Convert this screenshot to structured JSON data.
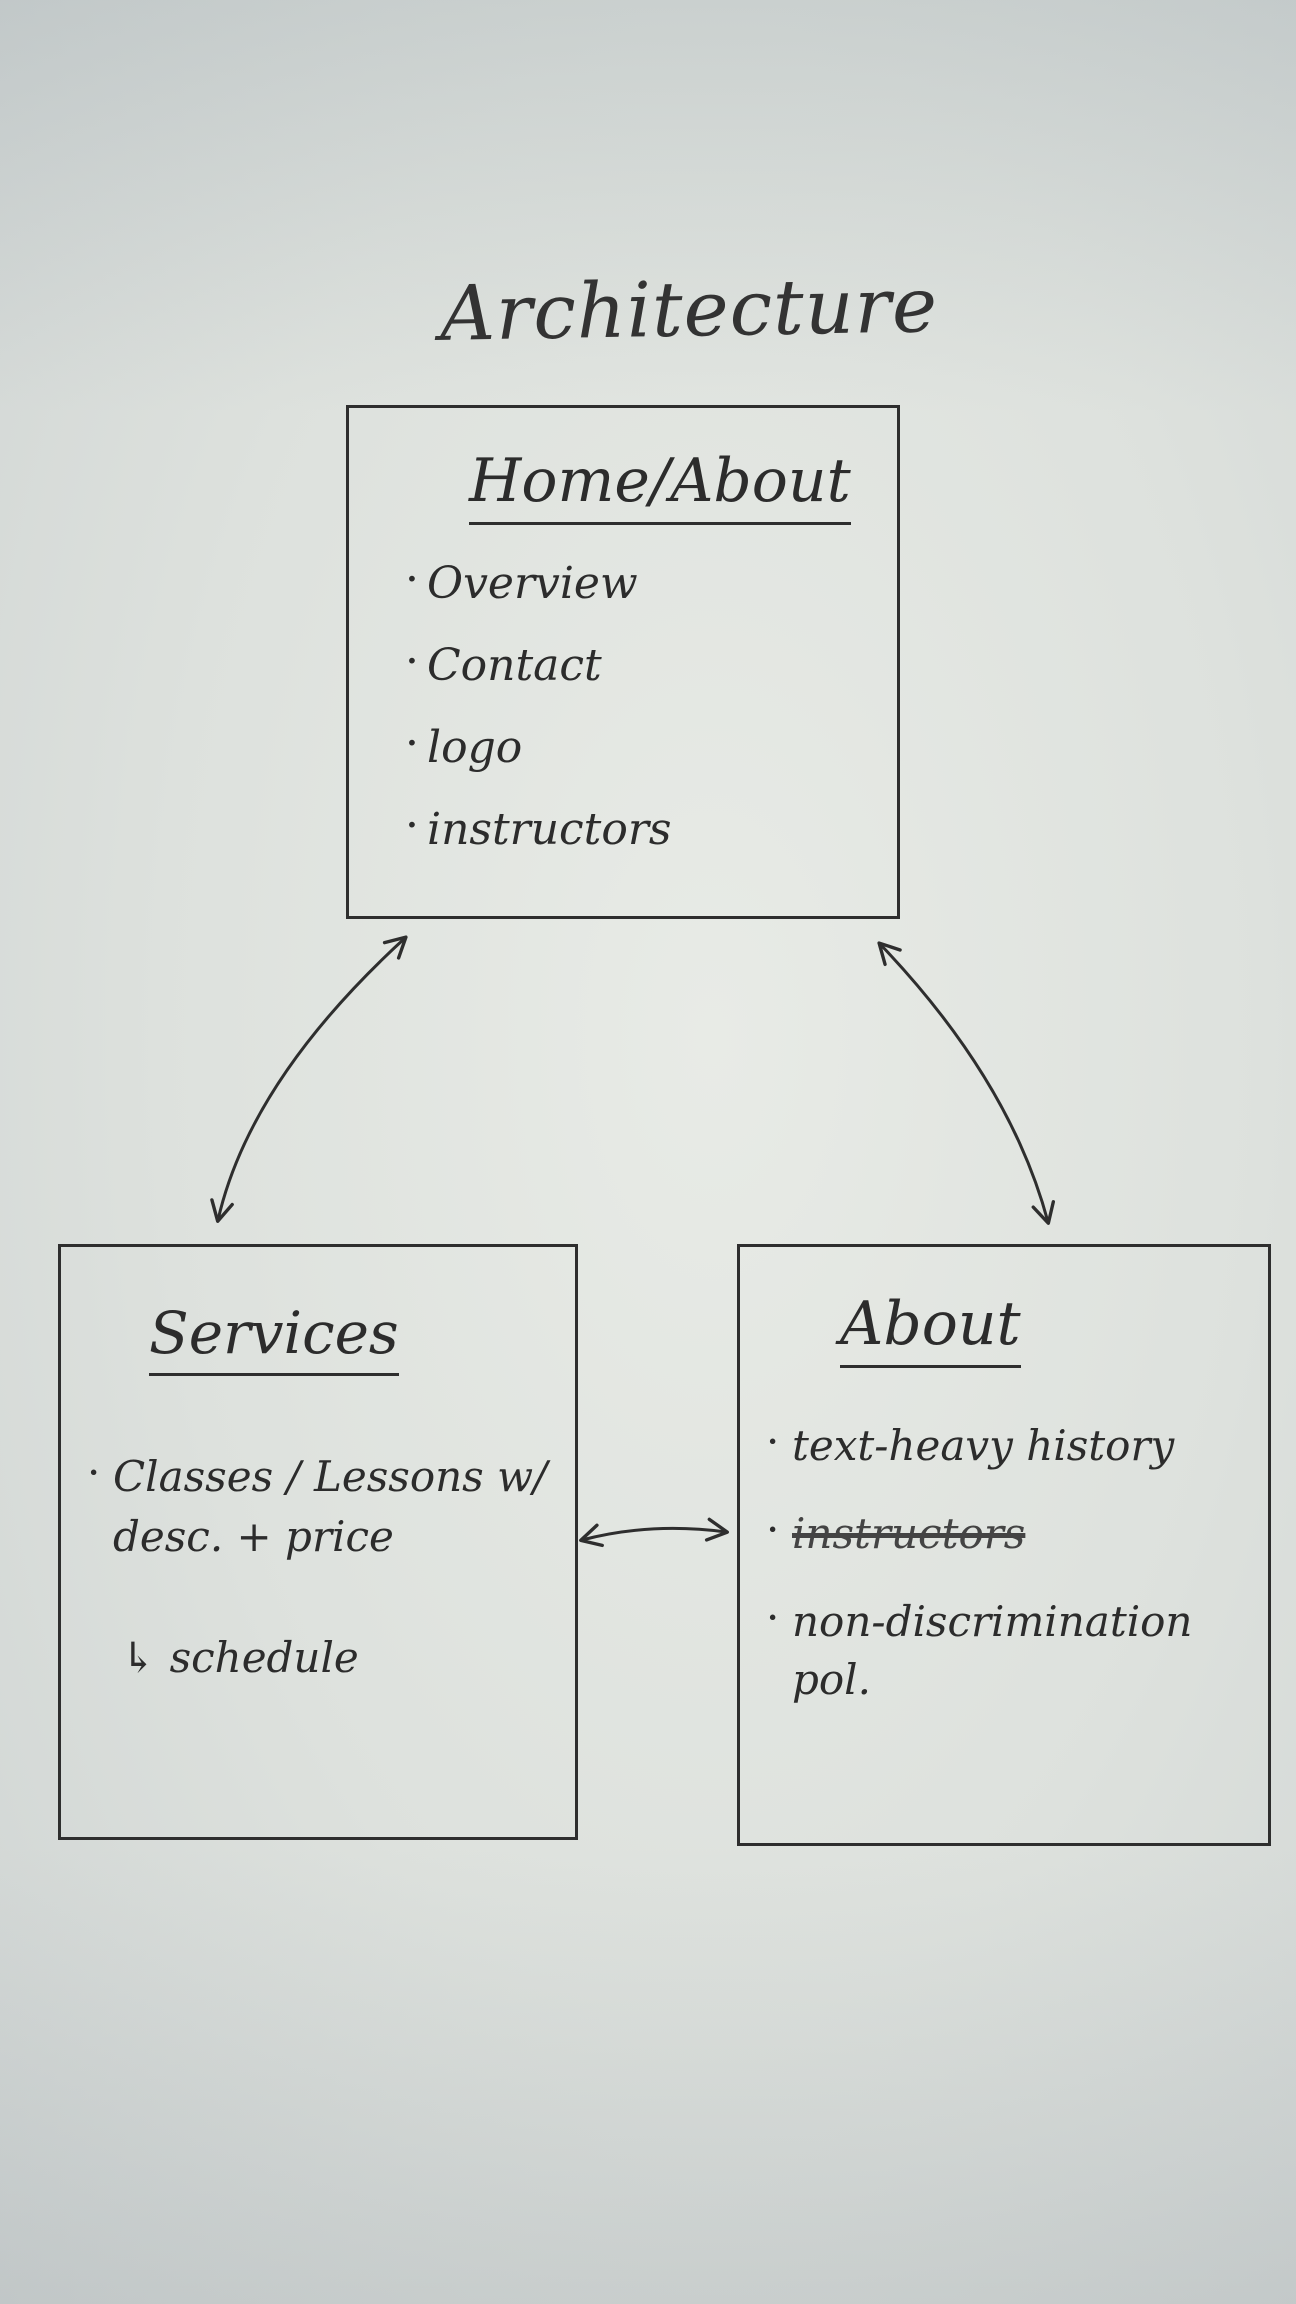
{
  "title": "Architecture",
  "boxes": {
    "home": {
      "heading": "Home/About",
      "items": [
        "Overview",
        "Contact",
        "logo",
        "instructors"
      ]
    },
    "services": {
      "heading": "Services",
      "items": [
        "Classes / Lessons w/ desc. + price"
      ],
      "sub_item": "schedule"
    },
    "about": {
      "heading": "About",
      "items": [
        "text-heavy history",
        "instructors",
        "non-discrimination pol."
      ]
    }
  },
  "connections": [
    {
      "from": "Home/About",
      "to": "Services",
      "arrow": "bidirectional"
    },
    {
      "from": "Home/About",
      "to": "About",
      "arrow": "bidirectional"
    },
    {
      "from": "Services",
      "to": "About",
      "arrow": "bidirectional"
    }
  ],
  "colors": {
    "ink": "#2e2e2e",
    "paper": "#e2e5e1"
  }
}
